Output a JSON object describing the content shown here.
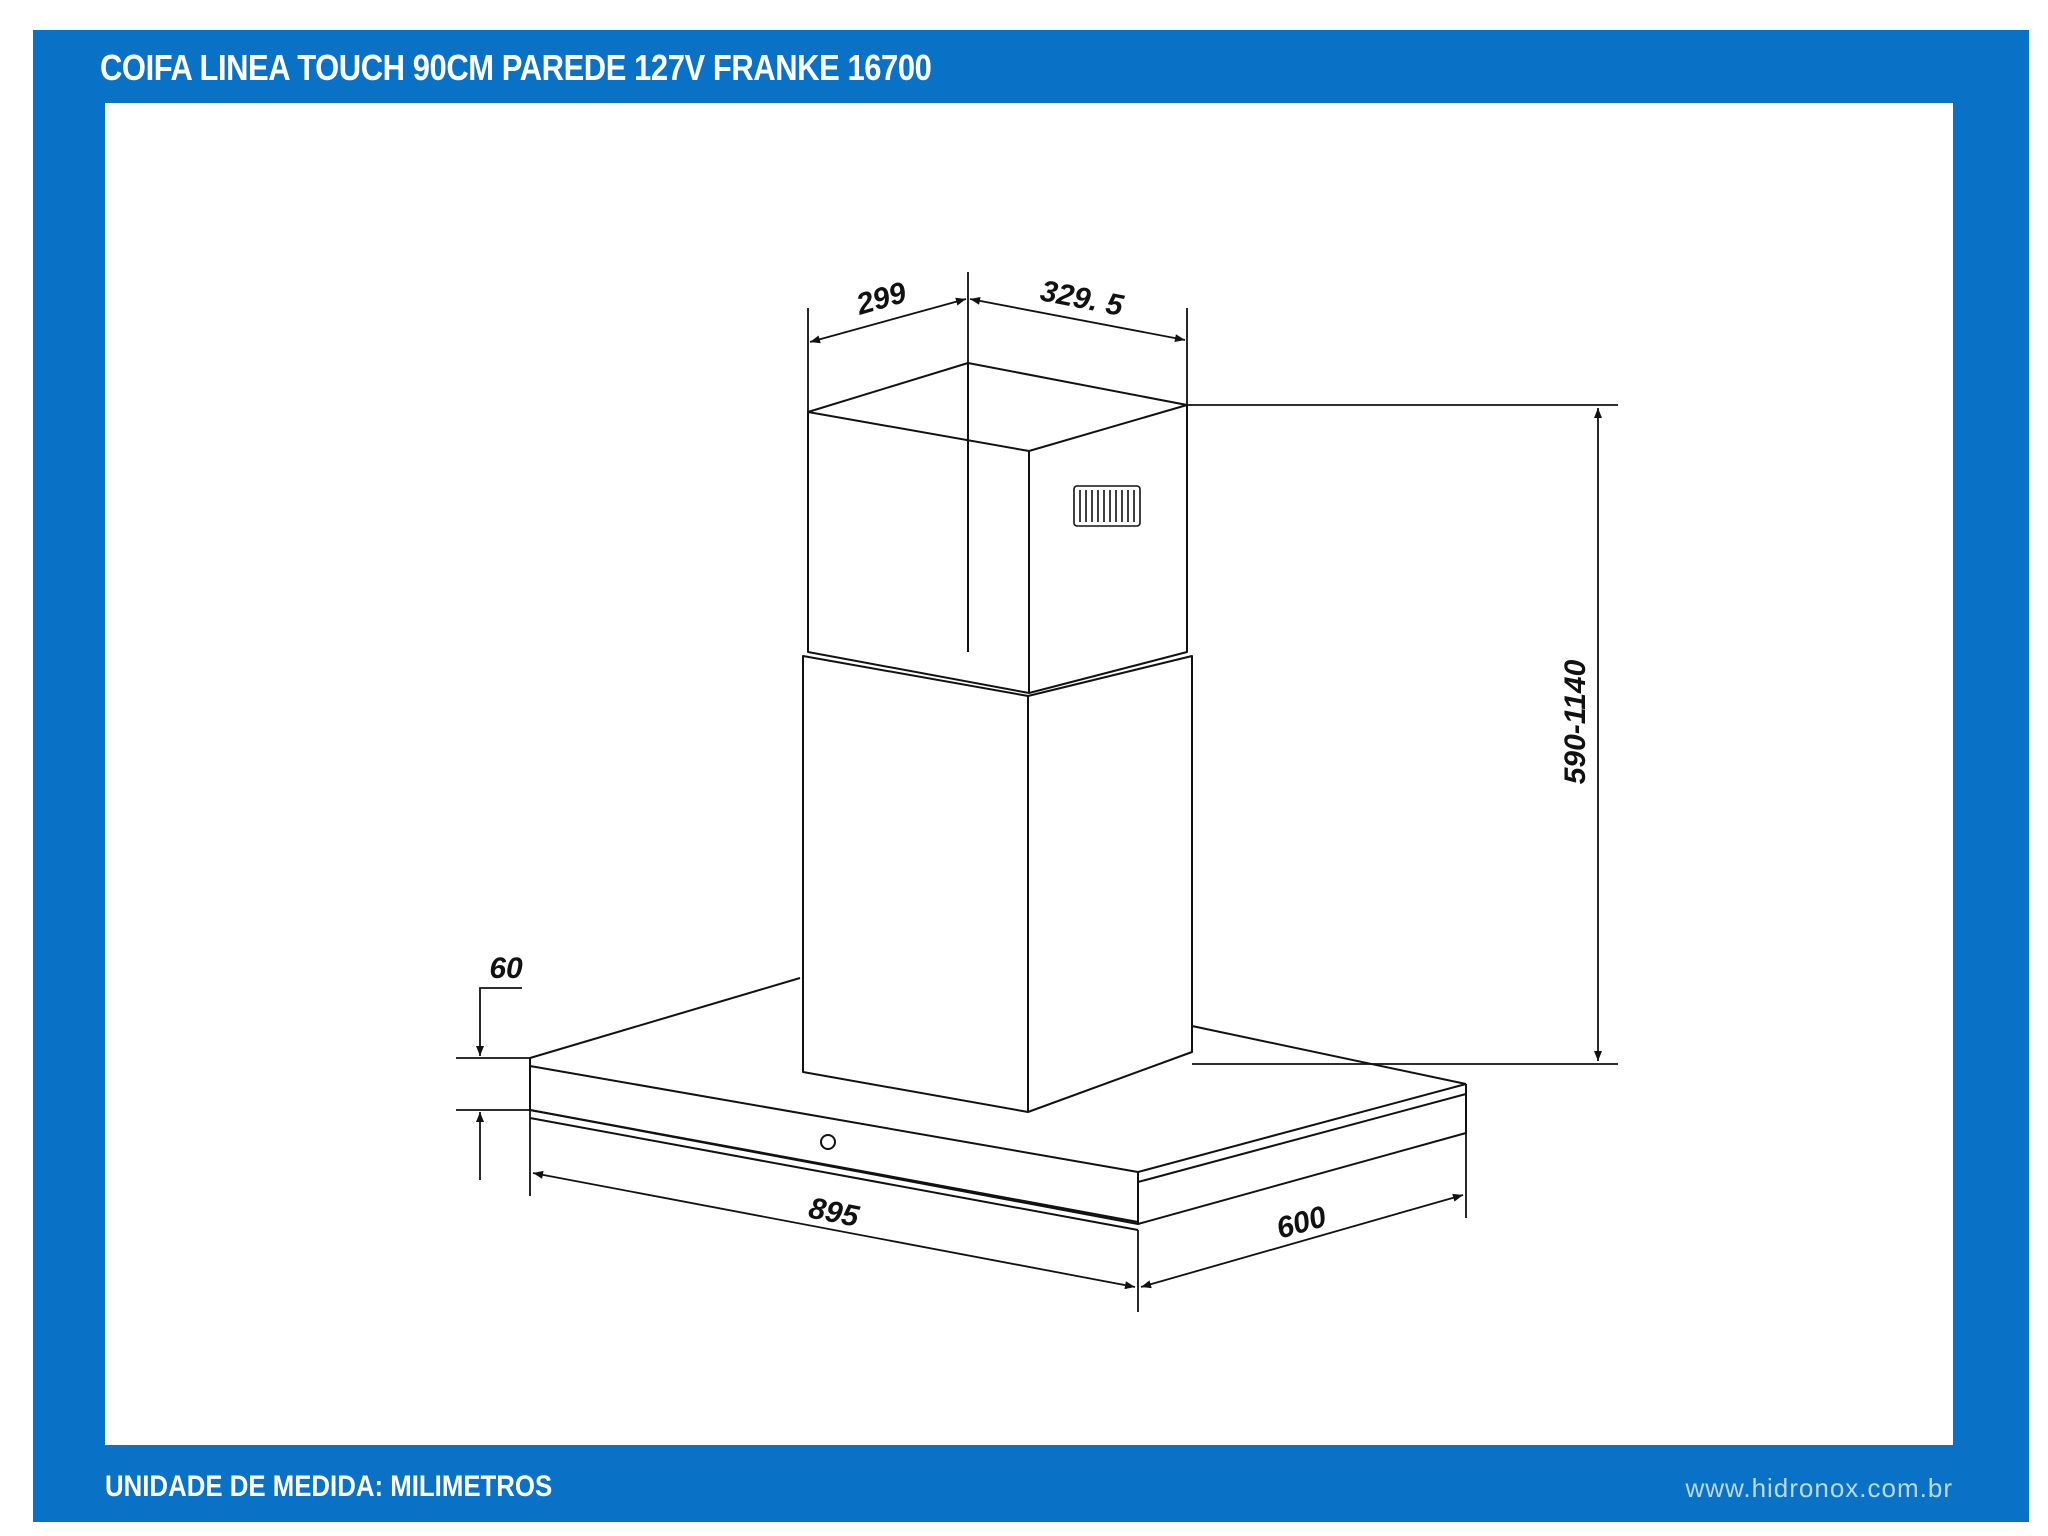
{
  "header": {
    "title": "COIFA LINEA TOUCH 90CM PAREDE 127V FRANKE 16700"
  },
  "footer": {
    "unit_label": "UNIDADE DE MEDIDA: MILIMETROS",
    "website": "www.hidronox.com.br"
  },
  "dimensions": {
    "chimney_depth": "299",
    "chimney_width": "329. 5",
    "chimney_height": "590-1140",
    "canopy_thickness": "60",
    "canopy_width": "895",
    "canopy_depth": "600"
  },
  "colors": {
    "frame": "#0a72c6",
    "panel": "#ffffff",
    "line": "#111111"
  }
}
